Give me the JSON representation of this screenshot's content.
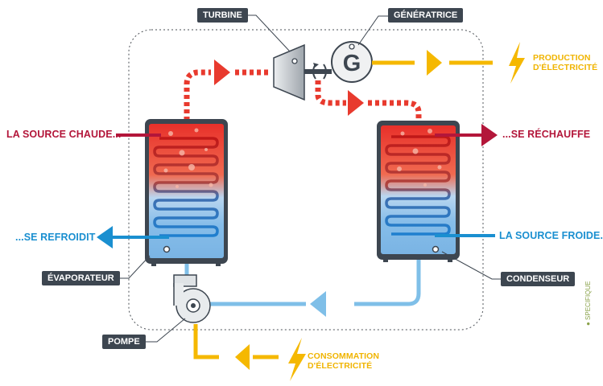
{
  "labels": {
    "turbine": "TURBINE",
    "generatrice": "GÉNÉRATRICE",
    "evaporateur": "ÉVAPORATEUR",
    "condenseur": "CONDENSEUR",
    "pompe": "POMPE",
    "source_chaude": "LA SOURCE CHAUDE...",
    "se_refroidit": "...SE REFROIDIT",
    "se_rechauffe": "...SE RÉCHAUFFE",
    "source_froide": "LA SOURCE FROIDE...",
    "production_line1": "PRODUCTION",
    "production_line2": "D'ÉLECTRICITÉ",
    "consommation_line1": "CONSOMMATION",
    "consommation_line2": "D'ÉLECTRICITÉ",
    "generator_letter": "G"
  },
  "colors": {
    "hot": "#e83a2e",
    "cold": "#7fbfe8",
    "electric": "#f5b800",
    "label_red": "#b3163a",
    "label_blue": "#1a8fd0",
    "tag_bg": "#3d4650"
  },
  "icons": [
    "lightning-icon",
    "arrow-icon",
    "rotation-icon"
  ]
}
